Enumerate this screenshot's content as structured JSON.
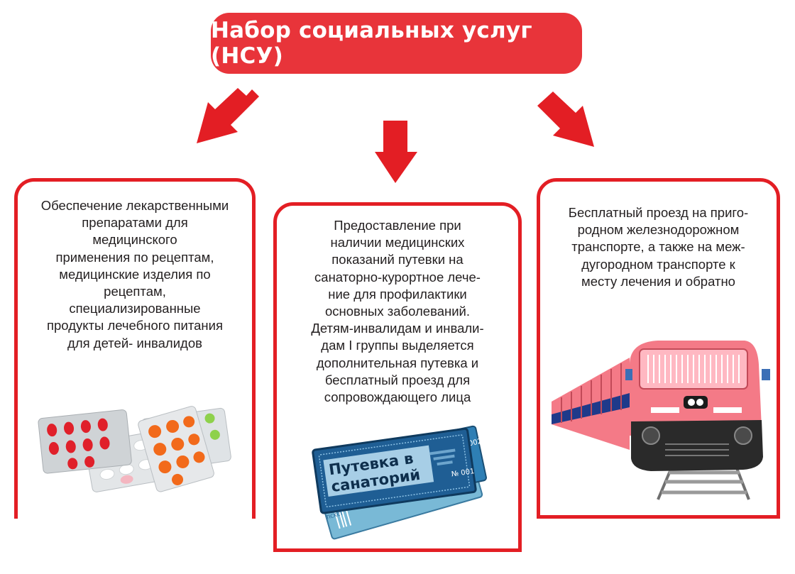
{
  "title": "Набор социальных услуг (НСУ)",
  "colors": {
    "accent": "#e31e24",
    "title_fill": "#e8343a"
  },
  "cards": [
    {
      "text": "Обеспечение лекарственными\nпрепаратами для\nмедицинского\nприменения по рецептам,\nмедицинские изделия по\nрецептам,\nспециализированные\nпродукты лечебного питания\nдля детей- инвалидов",
      "image": "pills-blister-image"
    },
    {
      "text": "Предоставление  при\nналичии медицинских\nпоказаний путевки на\nсанаторно-курортное лече-\nние для профилактики\nосновных заболеваний.\nДетям-инвалидам и инвали-\nдам I группы выделяется\nдополнительная путевка и\nбесплатный проезд для\nсопровождающего лица",
      "image": "sanatorium-ticket-image",
      "ticket": {
        "label": "Путевка в санаторий",
        "line1": "Путевка в",
        "line2": "санаторий",
        "number_top": "№ 002",
        "number_bottom": "№ 001",
        "side_word": "TICKET"
      }
    },
    {
      "text": "Бесплатный проезд на приго-\nродном железнодорожном\nтранспорте, а также на меж-\nдугородном транспорте к\nместу  лечения и обратно",
      "image": "train-image"
    }
  ]
}
